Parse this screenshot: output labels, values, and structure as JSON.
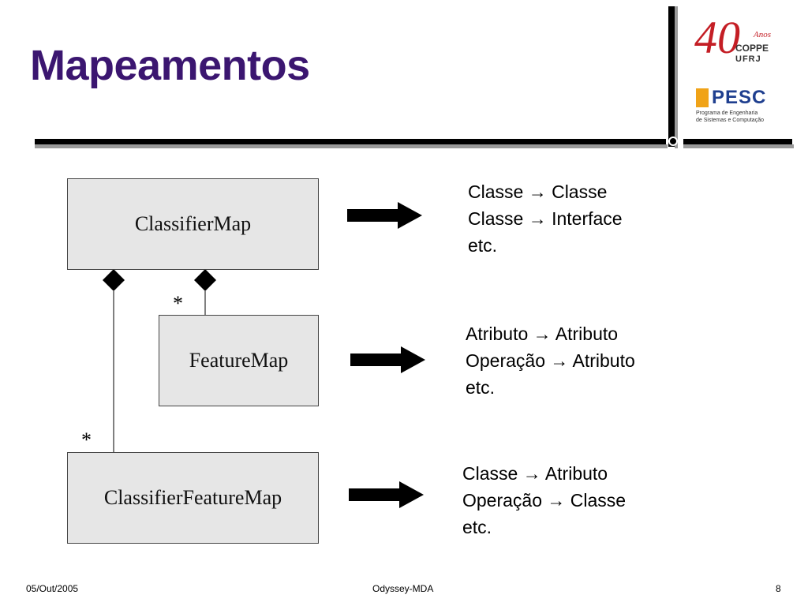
{
  "slide": {
    "title": "Mapeamentos"
  },
  "logos": {
    "coppe_lines": [
      "COPPE",
      "UFRJ"
    ],
    "coppe_year": "40",
    "coppe_anos": "Anos",
    "pesc": "PESC",
    "pesc_subtitle_lines": [
      "Programa de Engenharia",
      "de Sistemas e Computação"
    ],
    "brand_color": "#c41e25",
    "pesc_color": "#1f3f8f"
  },
  "diagram": {
    "boxes": {
      "classifier_map": "ClassifierMap",
      "feature_map": "FeatureMap",
      "classifier_feature_map": "ClassifierFeatureMap"
    },
    "multiplicities": {
      "feature_map": "*",
      "classifier_feature_map": "*"
    }
  },
  "mappings": {
    "classifier": [
      "Classe → Classe",
      "Classe → Interface",
      "etc."
    ],
    "feature": [
      "Atributo → Atributo",
      "Operação → Atributo",
      "etc."
    ],
    "classifier_feature": [
      "Classe → Atributo",
      "Operação → Classe",
      "etc."
    ]
  },
  "footer": {
    "date": "05/Out/2005",
    "center": "Odyssey-MDA",
    "page": "8"
  }
}
